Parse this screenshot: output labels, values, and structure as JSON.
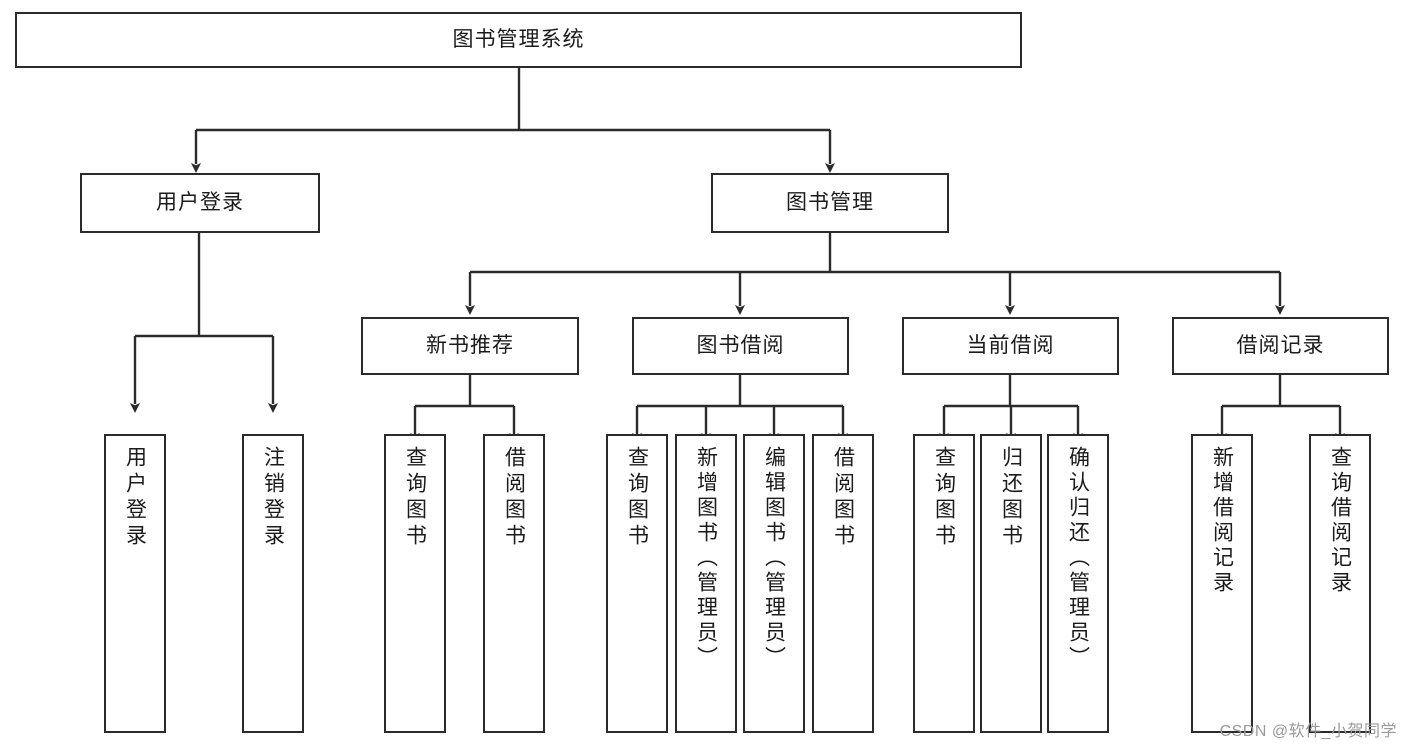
{
  "diagram": {
    "title": "图书管理系统",
    "watermark": "CSDN @软件_小贺同学",
    "colors": {
      "stroke": "#2b2b2b",
      "fill": "#ffffff",
      "text": "#1b1b1b",
      "watermark": "#9a9a9a"
    },
    "root": {
      "label": "图书管理系统"
    },
    "level2": [
      {
        "label": "用户登录"
      },
      {
        "label": "图书管理"
      }
    ],
    "level3": [
      {
        "label": "新书推荐"
      },
      {
        "label": "图书借阅"
      },
      {
        "label": "当前借阅"
      },
      {
        "label": "借阅记录"
      }
    ],
    "leaves": {
      "user_login": [
        {
          "label": "用户登录"
        },
        {
          "label": "注销登录"
        }
      ],
      "new_book_recommend": [
        {
          "label": "查询图书"
        },
        {
          "label": "借阅图书"
        }
      ],
      "book_borrow": [
        {
          "label": "查询图书"
        },
        {
          "label": "新增图书（管理员）"
        },
        {
          "label": "编辑图书（管理员）"
        },
        {
          "label": "借阅图书"
        }
      ],
      "current_borrow": [
        {
          "label": "查询图书"
        },
        {
          "label": "归还图书"
        },
        {
          "label": "确认归还（管理员）"
        }
      ],
      "borrow_record": [
        {
          "label": "新增借阅记录"
        },
        {
          "label": "查询借阅记录"
        }
      ]
    }
  }
}
